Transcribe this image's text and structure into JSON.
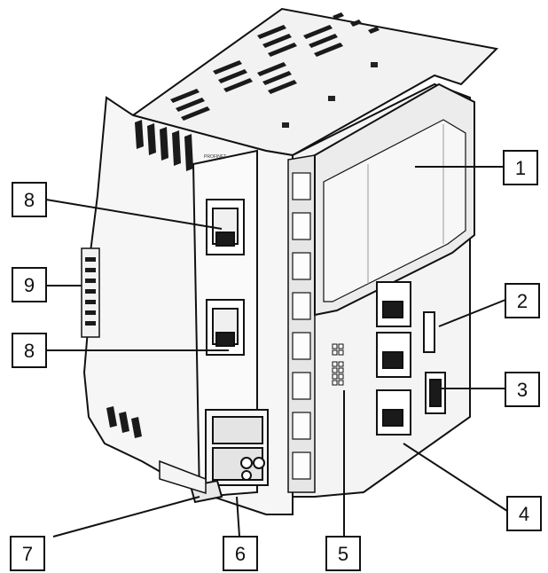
{
  "callouts": [
    {
      "id": "c1",
      "label": "1"
    },
    {
      "id": "c2",
      "label": "2"
    },
    {
      "id": "c3",
      "label": "3"
    },
    {
      "id": "c4",
      "label": "4"
    },
    {
      "id": "c5",
      "label": "5"
    },
    {
      "id": "c6",
      "label": "6"
    },
    {
      "id": "c7",
      "label": "7"
    },
    {
      "id": "c8a",
      "label": "8"
    },
    {
      "id": "c8b",
      "label": "8"
    },
    {
      "id": "c9",
      "label": "9"
    }
  ],
  "device_markings": {
    "top_label": "PROFINET"
  },
  "colors": {
    "line": "#111111",
    "body_light": "#f4f4f4",
    "body_shade": "#e2e2e2",
    "body_dark": "#c9c9c9",
    "vent": "#1a1a1a"
  }
}
